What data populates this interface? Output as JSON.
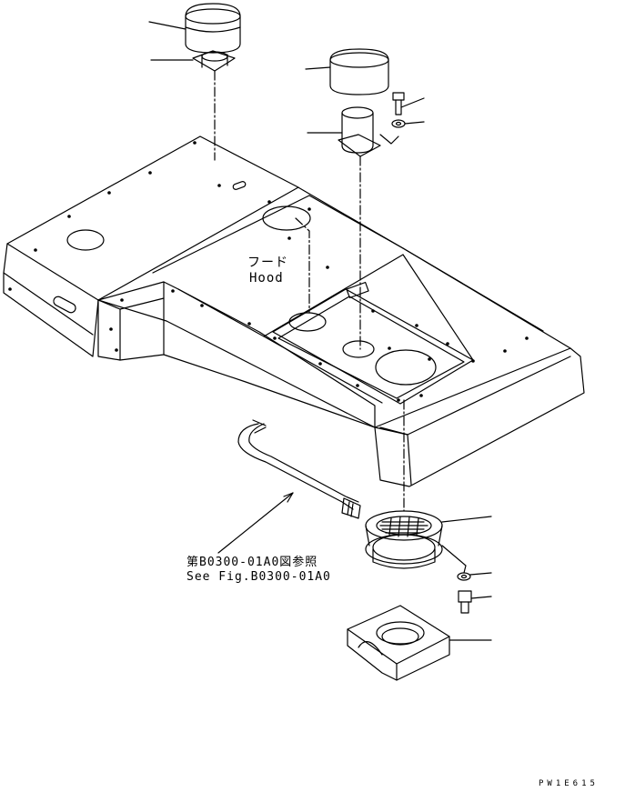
{
  "labels": {
    "hood_jp": "フード",
    "hood_en": "Hood",
    "ref_jp": "第B0300-01A0図参照",
    "ref_en": "See Fig.B0300-01A0",
    "figure_id": "PW1E615"
  },
  "colors": {
    "line": "#000000",
    "background": "#ffffff"
  }
}
